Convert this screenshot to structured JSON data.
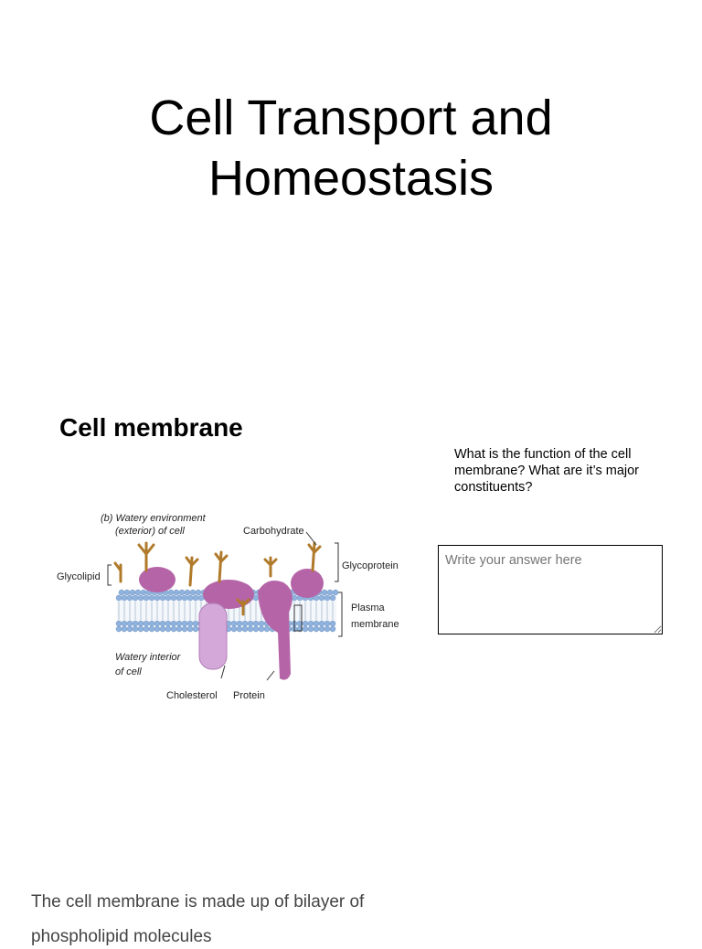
{
  "title": {
    "line1": "Cell Transport and",
    "line2": "Homeostasis"
  },
  "section": {
    "heading": "Cell membrane"
  },
  "question": {
    "text": "What is the function of the cell membrane? What are it’s major constituents?"
  },
  "answer": {
    "placeholder": "Write your answer here"
  },
  "diagram": {
    "label_env_1": "(b) Watery environment",
    "label_env_2": "(exterior) of cell",
    "label_carbohydrate": "Carbohydrate",
    "label_glycoprotein": "Glycoprotein",
    "label_glycolipid": "Glycolipid",
    "label_plasma_1": "Plasma",
    "label_plasma_2": "membrane",
    "label_interior_1": "Watery interior",
    "label_interior_2": "of cell",
    "label_cholesterol": "Cholesterol",
    "label_protein": "Protein",
    "colors": {
      "protein": "#b565a7",
      "lipid_head": "#8fb3de",
      "carbohydrate": "#b07a2a",
      "cholesterol": "#d4a8d8"
    }
  },
  "body": {
    "line1": "The cell membrane is made up of bilayer of",
    "line2": "phospholipid molecules"
  }
}
